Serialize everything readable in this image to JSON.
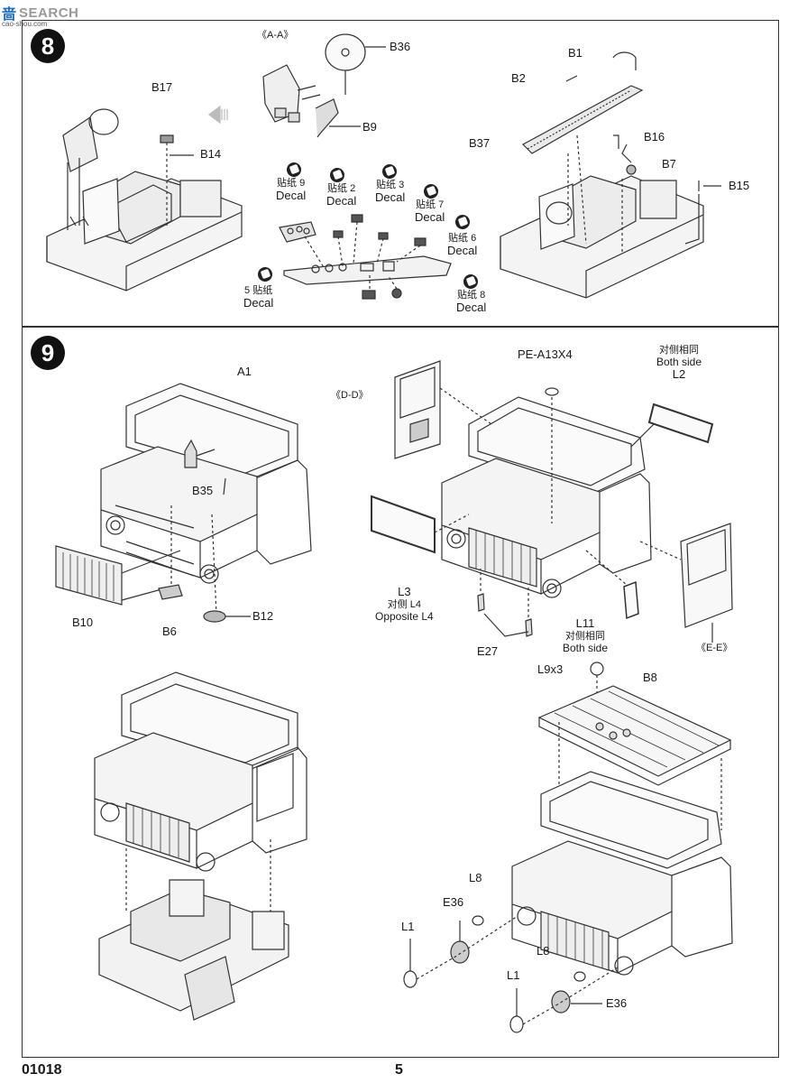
{
  "watermark": {
    "brand_zh": "啬",
    "brand_en": "SEARCH",
    "sub": "cao-shou.com"
  },
  "step8": {
    "number": "8",
    "section_label": "《A-A》",
    "parts": [
      "B17",
      "B14",
      "B36",
      "B9",
      "B1",
      "B2",
      "B37",
      "B16",
      "B7",
      "B15"
    ],
    "decals": [
      {
        "zh": "贴纸 9",
        "en": "Decal"
      },
      {
        "zh": "贴纸 2",
        "en": "Decal"
      },
      {
        "zh": "贴纸 3",
        "en": "Decal"
      },
      {
        "zh": "贴纸 7",
        "en": "Decal"
      },
      {
        "zh": "贴纸 6",
        "en": "Decal"
      },
      {
        "zh": "5 贴纸",
        "en": "Decal"
      },
      {
        "zh": "贴纸 8",
        "en": "Decal"
      }
    ]
  },
  "step9": {
    "number": "9",
    "parts_left": [
      "A1",
      "B35",
      "B10",
      "B6",
      "B12"
    ],
    "pe_label": "PE-A13X4",
    "section_dd": "《D-D》",
    "section_ee": "《E-E》",
    "l2": {
      "zh": "对侧相同",
      "en": "Both side",
      "part": "L2"
    },
    "l3": {
      "part": "L3",
      "zh": "对侧 L4",
      "en": "Opposite L4"
    },
    "l11": {
      "part": "L11",
      "zh": "对侧相同",
      "en": "Both side"
    },
    "e27": "E27",
    "roof": {
      "l9": "L9x3",
      "b8": "B8"
    },
    "lights": [
      "L8",
      "E36",
      "L1",
      "L8",
      "L1",
      "E36"
    ]
  },
  "footer": {
    "code": "01018",
    "page": "5"
  }
}
